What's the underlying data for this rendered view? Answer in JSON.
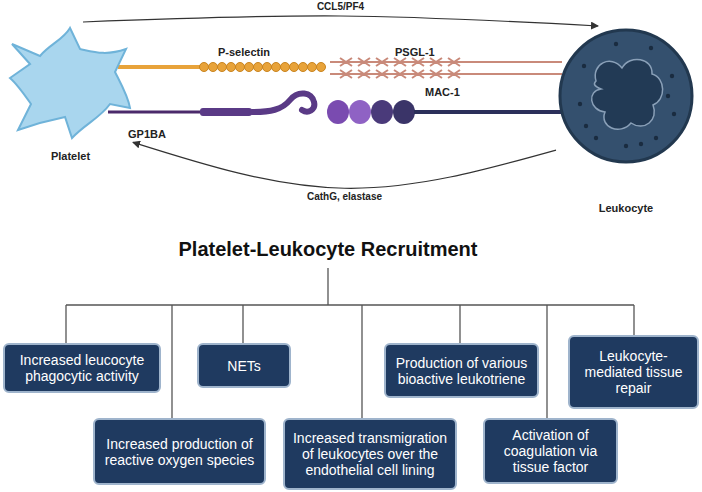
{
  "diagram": {
    "title": "Platelet-Leukocyte Recruitment",
    "nodes": [
      {
        "text": [
          "Platelet"
        ]
      },
      {
        "text": [
          "Leukocyte"
        ]
      },
      {
        "text": [
          "Increased leucocyte phagocytic activity"
        ]
      },
      {
        "text": [
          "Increased production of reactive oxygen species"
        ]
      },
      {
        "text": [
          "NETs"
        ]
      },
      {
        "text": [
          "Increased transmigration of leukocytes over the endothelial cell lining"
        ]
      },
      {
        "text": [
          "Production of various bioactive leukotriene"
        ]
      },
      {
        "text": [
          "Activation of coagulation via tissue factor"
        ]
      },
      {
        "text": [
          "Leukocyte-mediated tissue repair"
        ]
      }
    ],
    "edges": [
      {
        "from": 0,
        "to": 1,
        "label": "CCL5/PF4",
        "arrow": "to"
      },
      {
        "from": 1,
        "to": 0,
        "label": "CathG, elastase",
        "arrow": "to"
      }
    ],
    "labels": [
      "P-selectin",
      "PSGL-1",
      "GP1BA",
      "MAC-1"
    ]
  }
}
